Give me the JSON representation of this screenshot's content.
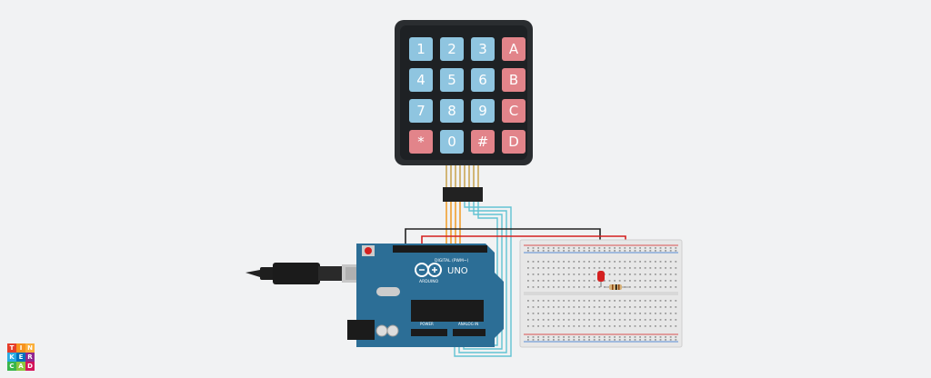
{
  "keypad": {
    "keys": [
      {
        "label": "1",
        "type": "num"
      },
      {
        "label": "2",
        "type": "num"
      },
      {
        "label": "3",
        "type": "num"
      },
      {
        "label": "A",
        "type": "fn"
      },
      {
        "label": "4",
        "type": "num"
      },
      {
        "label": "5",
        "type": "num"
      },
      {
        "label": "6",
        "type": "num"
      },
      {
        "label": "B",
        "type": "fn"
      },
      {
        "label": "7",
        "type": "num"
      },
      {
        "label": "8",
        "type": "num"
      },
      {
        "label": "9",
        "type": "num"
      },
      {
        "label": "C",
        "type": "fn"
      },
      {
        "label": "*",
        "type": "fn"
      },
      {
        "label": "0",
        "type": "num"
      },
      {
        "label": "#",
        "type": "fn"
      },
      {
        "label": "D",
        "type": "fn"
      }
    ],
    "colors": {
      "num": "#8fc5e0",
      "fn": "#e2848a",
      "body": "#2a2d30"
    }
  },
  "arduino": {
    "model": "UNO",
    "brand": "ARDUINO",
    "digital_label": "DIGITAL (PWM~)",
    "power_label": "POWER",
    "analog_label": "ANALOG IN",
    "board_color": "#2c6e96"
  },
  "wires": {
    "orange": "#f0a030",
    "cyan": "#62c3d3",
    "black": "#222222",
    "red": "#d42020"
  },
  "logo": {
    "letters": [
      "T",
      "I",
      "N",
      "K",
      "E",
      "R",
      "C",
      "A",
      "D"
    ],
    "colors": [
      "#e63e2a",
      "#f7931e",
      "#fbb03b",
      "#29abe2",
      "#0071bc",
      "#93278f",
      "#39b54a",
      "#8cc63f",
      "#d4145a"
    ]
  }
}
